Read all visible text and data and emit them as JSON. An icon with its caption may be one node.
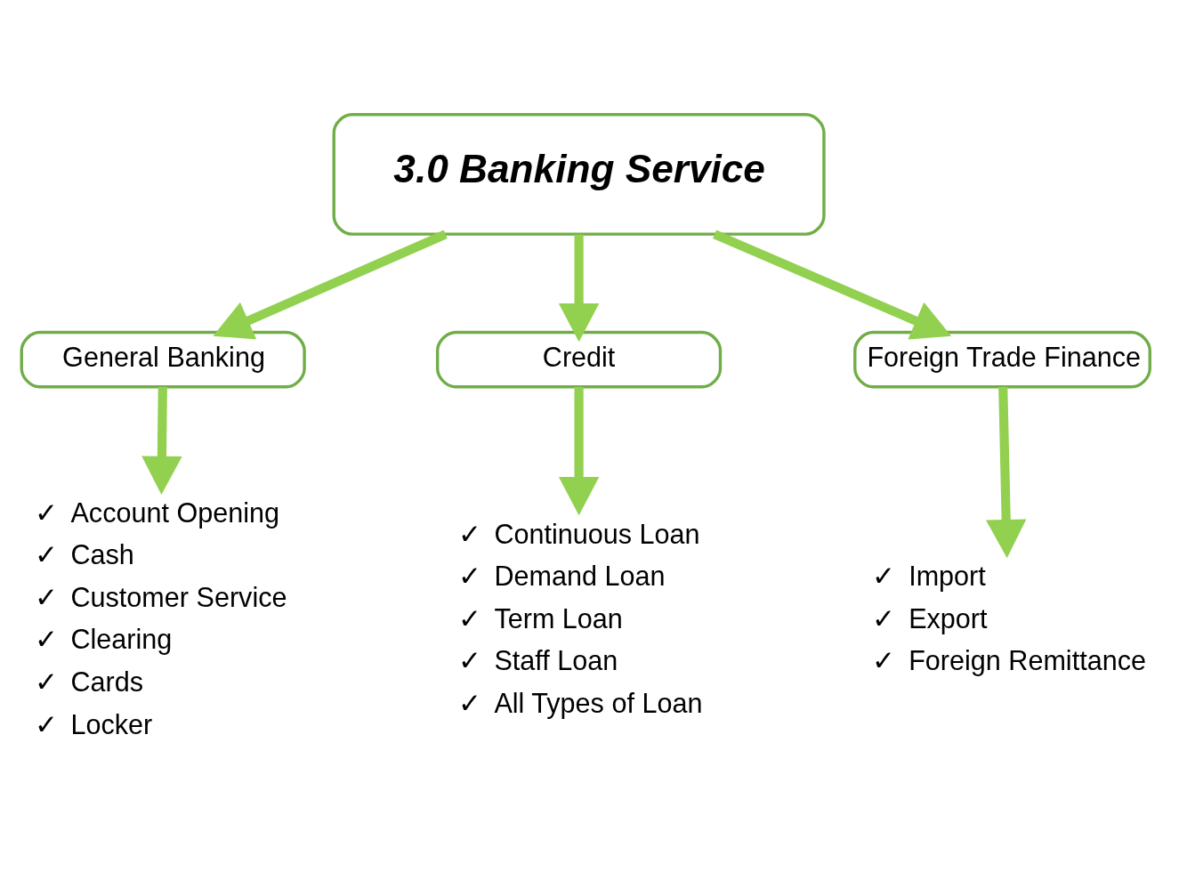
{
  "diagram": {
    "nodes": [
      {
        "text": [
          "3.0 Banking Service"
        ]
      },
      {
        "text": [
          "General Banking"
        ]
      },
      {
        "text": [
          "Credit"
        ]
      },
      {
        "text": [
          "Foreign Trade Finance"
        ]
      },
      {
        "text": [
          "Account Opening",
          "Cash",
          "Customer Service",
          "Clearing",
          "Cards",
          "Locker"
        ]
      },
      {
        "text": [
          "Continuous Loan",
          "Demand Loan",
          "Term Loan",
          "Staff Loan",
          "All Types of Loan"
        ]
      },
      {
        "text": [
          "Import",
          "Export",
          "Foreign Remittance"
        ]
      }
    ],
    "edges": [
      {
        "from": 0,
        "to": 1,
        "arrow": "to"
      },
      {
        "from": 0,
        "to": 2,
        "arrow": "to"
      },
      {
        "from": 0,
        "to": 3,
        "arrow": "to"
      },
      {
        "from": 1,
        "to": 4,
        "arrow": "to"
      },
      {
        "from": 2,
        "to": 5,
        "arrow": "to"
      },
      {
        "from": 3,
        "to": 6,
        "arrow": "to"
      }
    ],
    "labels": [
      "✓",
      "✓",
      "✓",
      "✓",
      "✓",
      "✓",
      "✓",
      "✓",
      "✓",
      "✓",
      "✓",
      "✓",
      "✓",
      "✓"
    ]
  }
}
